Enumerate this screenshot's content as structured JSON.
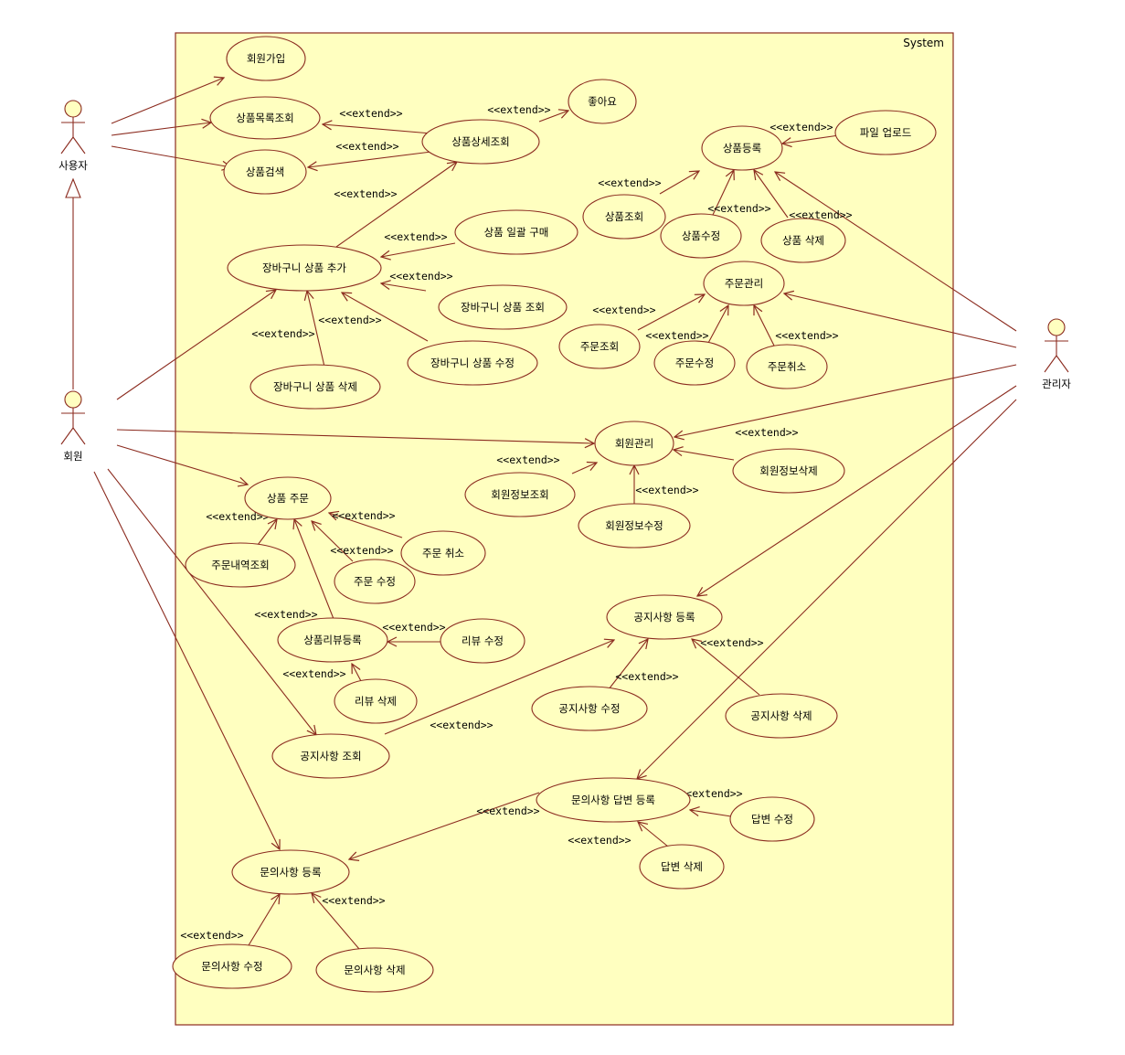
{
  "system": {
    "label": "System",
    "fill": "#ffffc0",
    "stroke": "#8b2b1f"
  },
  "colors": {
    "line": "#8b2b1f",
    "ellipse_fill": "#ffffc0",
    "text": "#000000"
  },
  "actors": [
    {
      "id": "user",
      "label": "사용자"
    },
    {
      "id": "member",
      "label": "회원"
    },
    {
      "id": "admin",
      "label": "관리자"
    }
  ],
  "use_cases": [
    {
      "id": "signup",
      "label": "회원가입"
    },
    {
      "id": "list",
      "label": "상품목록조회"
    },
    {
      "id": "search",
      "label": "상품검색"
    },
    {
      "id": "detail",
      "label": "상품상세조회"
    },
    {
      "id": "like",
      "label": "좋아요"
    },
    {
      "id": "reg",
      "label": "상품등록"
    },
    {
      "id": "upload",
      "label": "파일 업로드"
    },
    {
      "id": "pview",
      "label": "상품조회"
    },
    {
      "id": "pedit",
      "label": "상품수정"
    },
    {
      "id": "pdel",
      "label": "상품 삭제"
    },
    {
      "id": "bulk",
      "label": "상품 일괄 구매"
    },
    {
      "id": "cart",
      "label": "장바구니 상품 추가"
    },
    {
      "id": "cartview",
      "label": "장바구니 상품 조회"
    },
    {
      "id": "cartedit",
      "label": "장바구니 상품 수정"
    },
    {
      "id": "cartdel",
      "label": "장바구니 상품 삭제"
    },
    {
      "id": "orders",
      "label": "주문관리"
    },
    {
      "id": "oview",
      "label": "주문조회"
    },
    {
      "id": "oedit",
      "label": "주문수정"
    },
    {
      "id": "ocancel",
      "label": "주문취소"
    },
    {
      "id": "mem",
      "label": "회원관리"
    },
    {
      "id": "minfo",
      "label": "회원정보조회"
    },
    {
      "id": "mdel",
      "label": "회원정보삭제"
    },
    {
      "id": "medit",
      "label": "회원정보수정"
    },
    {
      "id": "order",
      "label": "상품 주문"
    },
    {
      "id": "ohist",
      "label": "주문내역조회"
    },
    {
      "id": "ocx",
      "label": "주문 취소"
    },
    {
      "id": "omod",
      "label": "주문 수정"
    },
    {
      "id": "review",
      "label": "상품리뷰등록"
    },
    {
      "id": "rvedit",
      "label": "리뷰 수정"
    },
    {
      "id": "rvdel",
      "label": "리뷰 삭제"
    },
    {
      "id": "notice",
      "label": "공지사항 등록"
    },
    {
      "id": "nedit",
      "label": "공지사항 수정"
    },
    {
      "id": "ndel",
      "label": "공지사항 삭제"
    },
    {
      "id": "nview",
      "label": "공지사항 조회"
    },
    {
      "id": "answer",
      "label": "문의사항 답변 등록"
    },
    {
      "id": "aedit",
      "label": "답변 수정"
    },
    {
      "id": "adel",
      "label": "답변 삭제"
    },
    {
      "id": "inquiry",
      "label": "문의사항 등록"
    },
    {
      "id": "iedit",
      "label": "문의사항 수정"
    },
    {
      "id": "idel",
      "label": "문의사항 삭제"
    }
  ],
  "extend_label": "<<extend>>",
  "associations": [
    {
      "from": "user",
      "to": "signup"
    },
    {
      "from": "user",
      "to": "list"
    },
    {
      "from": "user",
      "to": "search"
    },
    {
      "from": "member",
      "to": "cart"
    },
    {
      "from": "member",
      "to": "mem"
    },
    {
      "from": "member",
      "to": "order"
    },
    {
      "from": "member",
      "to": "nview"
    },
    {
      "from": "member",
      "to": "inquiry"
    },
    {
      "from": "admin",
      "to": "reg"
    },
    {
      "from": "admin",
      "to": "orders"
    },
    {
      "from": "admin",
      "to": "mem"
    },
    {
      "from": "admin",
      "to": "notice"
    },
    {
      "from": "admin",
      "to": "answer"
    }
  ],
  "generalization": {
    "from": "member",
    "to": "user"
  },
  "extends": [
    {
      "from": "detail",
      "to": "list"
    },
    {
      "from": "detail",
      "to": "search"
    },
    {
      "from": "detail",
      "to": "like"
    },
    {
      "from": "cart",
      "to": "detail"
    },
    {
      "from": "upload",
      "to": "reg"
    },
    {
      "from": "pview",
      "to": "reg"
    },
    {
      "from": "pedit",
      "to": "reg"
    },
    {
      "from": "pdel",
      "to": "reg"
    },
    {
      "from": "bulk",
      "to": "cart"
    },
    {
      "from": "cartview",
      "to": "cart"
    },
    {
      "from": "cartedit",
      "to": "cart"
    },
    {
      "from": "cartdel",
      "to": "cart"
    },
    {
      "from": "oview",
      "to": "orders"
    },
    {
      "from": "oedit",
      "to": "orders"
    },
    {
      "from": "ocancel",
      "to": "orders"
    },
    {
      "from": "minfo",
      "to": "mem"
    },
    {
      "from": "mdel",
      "to": "mem"
    },
    {
      "from": "medit",
      "to": "mem"
    },
    {
      "from": "ohist",
      "to": "order"
    },
    {
      "from": "ocx",
      "to": "order"
    },
    {
      "from": "omod",
      "to": "order"
    },
    {
      "from": "review",
      "to": "order"
    },
    {
      "from": "rvedit",
      "to": "review"
    },
    {
      "from": "rvdel",
      "to": "review"
    },
    {
      "from": "nedit",
      "to": "notice"
    },
    {
      "from": "ndel",
      "to": "notice"
    },
    {
      "from": "nview",
      "to": "notice"
    },
    {
      "from": "aedit",
      "to": "answer"
    },
    {
      "from": "adel",
      "to": "answer"
    },
    {
      "from": "answer",
      "to": "inquiry"
    },
    {
      "from": "iedit",
      "to": "inquiry"
    },
    {
      "from": "idel",
      "to": "inquiry"
    }
  ]
}
